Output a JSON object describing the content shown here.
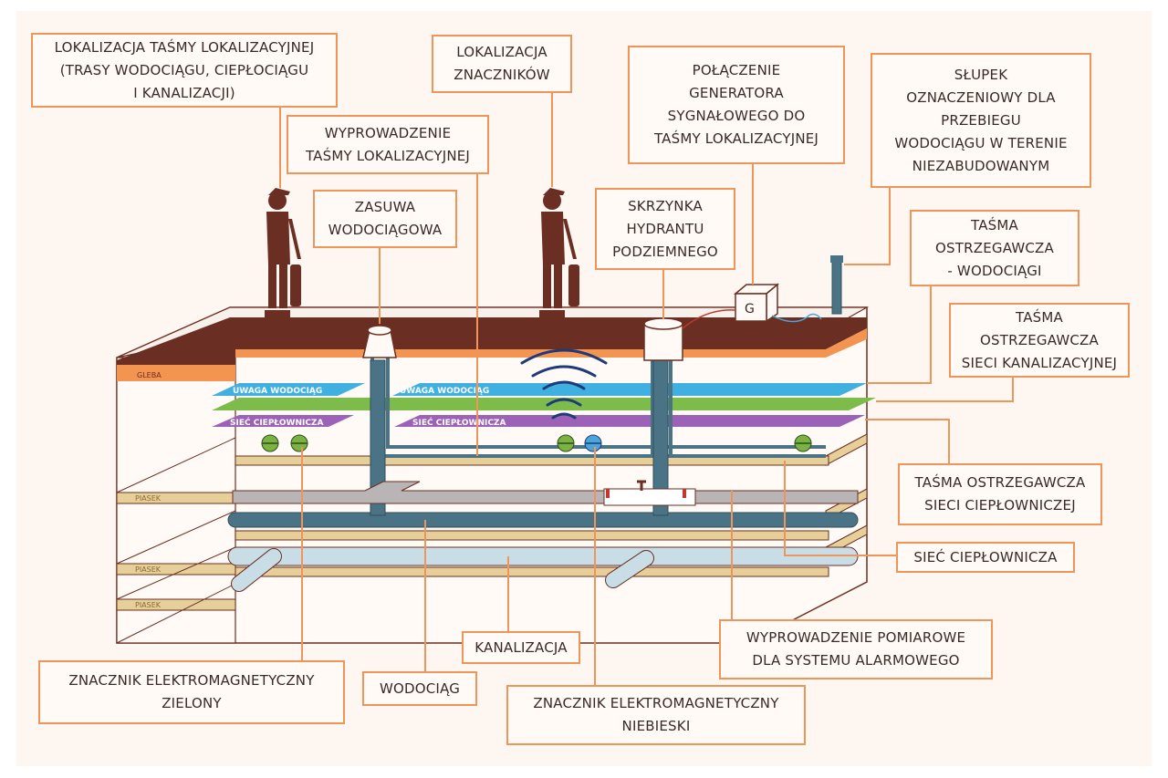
{
  "labels": {
    "tasma_lokalizacyjna": [
      "LOKALIZACJA TAŚMY LOKALIZACYJNEJ",
      "(TRASY WODOCIĄGU, CIEPŁOCIĄGU",
      "I KANALIZACJI)"
    ],
    "lokalizacja_znacznikow": [
      "LOKALIZACJA",
      "ZNACZNIKÓW"
    ],
    "wyprowadzenie_tasmy": [
      "WYPROWADZENIE",
      "TAŚMY LOKALIZACYJNEJ"
    ],
    "zasuwa": [
      "ZASUWA",
      "WODOCIĄGOWA"
    ],
    "skrzynka": [
      "SKRZYNKA",
      "HYDRANTU",
      "PODZIEMNEGO"
    ],
    "generator": [
      "POŁĄCZENIE",
      "GENERATORA",
      "SYGNAŁOWEGO DO",
      "TAŚMY LOKALIZACYJNEJ"
    ],
    "slupek": [
      "SŁUPEK",
      "OZNACZENIOWY DLA",
      "PRZEBIEGU",
      "WODOCIĄGU W TERENIE",
      "NIEZABUDOWANYM"
    ],
    "tasma_wodociagi": [
      "TAŚMA",
      "OSTRZEGAWCZA",
      "- WODOCIĄGI"
    ],
    "tasma_kanalizacja": [
      "TAŚMA",
      "OSTRZEGAWCZA",
      "SIECI KANALIZACYJNEJ"
    ],
    "tasma_cieplownicza": [
      "TAŚMA OSTRZEGAWCZA",
      "SIECI CIEPŁOWNICZEJ"
    ],
    "siec_cieplownicza": [
      "SIEĆ CIEPŁOWNICZA"
    ],
    "pomiarowe": [
      "WYPROWADZENIE POMIAROWE",
      "DLA SYSTEMU ALARMOWEGO"
    ],
    "kanalizacja": [
      "KANALIZACJA"
    ],
    "wodociag": [
      "WODOCIĄG"
    ],
    "znacznik_zielony": [
      "ZNACZNIK ELEKTROMAGNETYCZNY",
      "ZIELONY"
    ],
    "znacznik_niebieski": [
      "ZNACZNIK ELEKTROMAGNETYCZNY",
      "NIEBIESKI"
    ]
  },
  "tapes": {
    "uwaga_left": "UWAGA WODOCIĄG",
    "uwaga_right": "UWAGA WODOCIĄG",
    "siec_left": "SIEĆ CIEPŁOWNICZA",
    "siec_right": "SIEĆ CIEPŁOWNICZA"
  },
  "layers": {
    "gleba": "GLEBA",
    "piasek_1": "PIASEK",
    "piasek_2": "PIASEK",
    "piasek_3": "PIASEK"
  },
  "generator_letter": "G",
  "colors": {
    "label_border": "#f0955a",
    "soil_brown": "#6b2e22",
    "soil_orange": "#f39451",
    "sand": "#e6cf98",
    "water_pipe": "#4a7486",
    "sewer_pipe": "#c9dde6",
    "heat_pipe": "#b9b4b6",
    "tape_blue": "#3fb0df",
    "tape_green": "#7dbb4a",
    "tape_purple": "#9c62b7",
    "figure": "#6b2e22",
    "marker_green": "#7ab341",
    "marker_blue": "#4aa6d8",
    "wave_blue": "#1f3a7a",
    "generator_line": "#c0392b",
    "signal_line": "#4aa6d8"
  },
  "icons": [
    "worker-figure-icon",
    "generator-box-icon",
    "marker-post-icon",
    "signal-wave-icon",
    "valve-icon",
    "hydrant-box-icon"
  ]
}
